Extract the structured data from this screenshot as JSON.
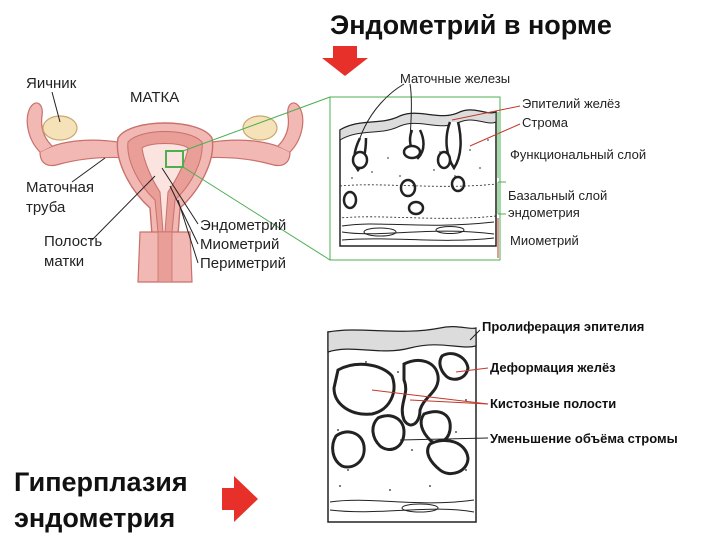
{
  "titles": {
    "normal": "Эндометрий в норме",
    "hyperplasia_line1": "Гиперплазия",
    "hyperplasia_line2": "эндометрия"
  },
  "uterus_labels": {
    "ovary": "Яичник",
    "uterus": "МАТКА",
    "tube_line1": "Маточная",
    "tube_line2": "труба",
    "cavity_line1": "Полость",
    "cavity_line2": "матки",
    "endometrium": "Эндометрий",
    "myometrium": "Миометрий",
    "perimetrium": "Периметрий"
  },
  "normal_labels": {
    "glands": "Маточные железы",
    "gland_epithelium": "Эпителий желёз",
    "stroma": "Строма",
    "functional_layer": "Функциональный слой",
    "basal_line1": "Базальный слой",
    "basal_line2": "эндометрия",
    "myometrium": "Миометрий"
  },
  "hyperplasia_labels": {
    "proliferation": "Пролиферация эпителия",
    "deformation": "Деформация желёз",
    "cystic": "Кистозные полости",
    "stroma_decrease": "Уменьшение объёма стромы"
  },
  "colors": {
    "arrow": "#e8302a",
    "uterus_pink": "#f2b9b4",
    "uterus_dark": "#c9706c",
    "ovary": "#f5e2b8",
    "zoom_box": "#4caf50",
    "leader_red": "#c0392b"
  }
}
